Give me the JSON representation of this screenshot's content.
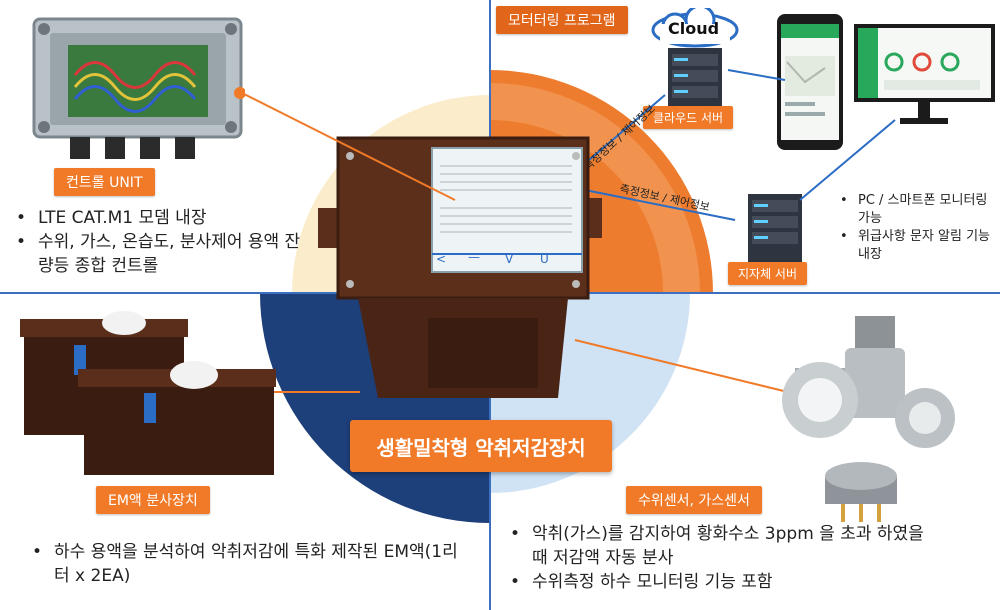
{
  "center": {
    "title": "생활밀착형 악취저감장치"
  },
  "control_unit": {
    "tag": "컨트롤 UNIT",
    "bullets": [
      "LTE CAT.M1 모뎀 내장",
      "수위, 가스, 온습도, 분사제어 용액 잔량등 종합 컨트롤"
    ]
  },
  "monitoring": {
    "tag": "모터터링 프로그램",
    "cloud_label": "Cloud",
    "cloud_server": "클라우드 서버",
    "local_server": "지자체 서버",
    "link_label_1": "측정정보 / 제어정보",
    "link_label_2": "측정정보 / 제어정보",
    "bullets": [
      "PC / 스마트폰 모니터링 가능",
      "위급사항 문자 알림 기능 내장"
    ],
    "device_text": {
      "arrow_left": "<",
      "arrow_down": "V",
      "arrow_up": "U",
      "dash": "—"
    }
  },
  "em_device": {
    "tag": "EM액 분사장치",
    "bullets": [
      "하수 용액을 분석하여 악취저감에 특화 제작된 EM액(1리터 x 2EA)"
    ]
  },
  "sensors": {
    "tag": "수위센서, 가스센서",
    "bullets": [
      "악취(가스)를 감지하여 황화수소 3ppm 을  초과 하였을 때 저감액 자동 분사",
      "수위측정 하수 모니터링 기능 포함"
    ]
  },
  "colors": {
    "accent_orange": "#f07a28",
    "navy": "#1d3f7a",
    "light_blue": "#cfe3f5",
    "light_yellow": "#fbeccc",
    "divider_blue": "#3d6fc0"
  },
  "icons": [
    "cloud-icon",
    "server-icon",
    "smartphone-icon",
    "monitor-icon",
    "bullet-icon"
  ]
}
